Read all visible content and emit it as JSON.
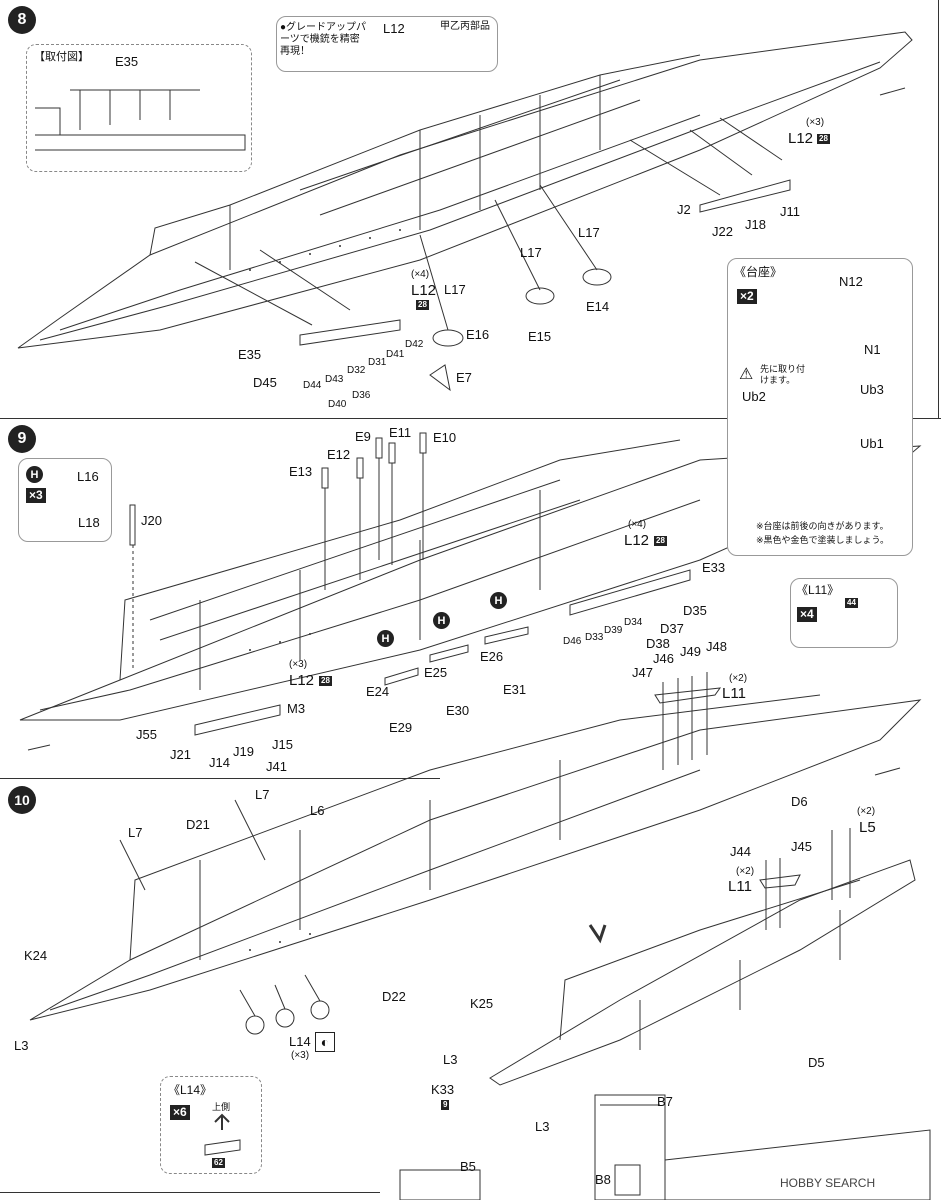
{
  "steps": {
    "s8": "8",
    "s9": "9",
    "s10": "10"
  },
  "step8": {
    "mount_title": "【取付図】",
    "mount_part": "E35",
    "upgrade_note": "●グレードアップパーツで機銃を精密再現！",
    "upgrade_from": "L12",
    "upgrade_to": "甲乙丙部品",
    "labels": {
      "x3": "(×3)",
      "L12a": "L12",
      "n28a": "28",
      "J2": "J2",
      "J18": "J18",
      "J11": "J11",
      "J22": "J22",
      "L17a": "L17",
      "L17b": "L17",
      "E14": "E14",
      "E15": "E15",
      "x4": "(×4)",
      "L12b": "L12",
      "n28b": "28",
      "L17c": "L17",
      "E16": "E16",
      "E35": "E35",
      "D42": "D42",
      "D41": "D41",
      "D31": "D31",
      "D32": "D32",
      "D43": "D43",
      "D44": "D44",
      "D45": "D45",
      "D40": "D40",
      "D36": "D36",
      "E7": "E7"
    },
    "stand": {
      "title": "《台座》",
      "mult": "×2",
      "N12": "N12",
      "N1": "N1",
      "Ub3": "Ub3",
      "Ub2": "Ub2",
      "Ub1": "Ub1",
      "caution": "先に取り付けます。",
      "note1": "※台座は前後の向きがあります。",
      "note2": "※黒色や金色で塗装しましょう。"
    }
  },
  "step9": {
    "hbox": {
      "H": "H",
      "mult": "×3",
      "L16": "L16",
      "L18": "L18"
    },
    "labels": {
      "J20": "J20",
      "E13": "E13",
      "E12": "E12",
      "E9": "E9",
      "E11": "E11",
      "E10": "E10",
      "x4": "(×4)",
      "L12a": "L12",
      "n28a": "28",
      "E33": "E33",
      "D35": "D35",
      "D37": "D37",
      "D38": "D38",
      "D34": "D34",
      "D39": "D39",
      "D33": "D33",
      "D46": "D46",
      "H1": "H",
      "H2": "H",
      "H3": "H",
      "E24": "E24",
      "E25": "E25",
      "E26": "E26",
      "E31": "E31",
      "E30": "E30",
      "E29": "E29",
      "x3": "(×3)",
      "L12b": "L12",
      "n28b": "28",
      "M3": "M3",
      "J55": "J55",
      "J21": "J21",
      "J14": "J14",
      "J19": "J19",
      "J15": "J15",
      "J41": "J41",
      "J46": "J46",
      "J49": "J49",
      "J48": "J48",
      "J47": "J47",
      "x2": "(×2)",
      "L11": "L11"
    },
    "l11box": {
      "title": "《L11》",
      "mult": "×4",
      "num": "44"
    }
  },
  "step10": {
    "labels": {
      "L7a": "L7",
      "L6": "L6",
      "L7b": "L7",
      "D21": "D21",
      "K24": "K24",
      "L3a": "L3",
      "D22": "D22",
      "L14": "L14",
      "x3": "(×3)",
      "D6": "D6",
      "x2a": "(×2)",
      "L5": "L5",
      "J44": "J44",
      "J45": "J45",
      "x2b": "(×2)",
      "L11": "L11",
      "K25": "K25",
      "L3b": "L3",
      "K33": "K33",
      "n9": "9",
      "L3c": "L3",
      "D5": "D5",
      "B7": "B7",
      "B8": "B8",
      "B5": "B5"
    },
    "l14box": {
      "title": "《L14》",
      "mult": "×6",
      "up": "上側",
      "num": "62"
    }
  },
  "watermark": "HOBBY SEARCH"
}
